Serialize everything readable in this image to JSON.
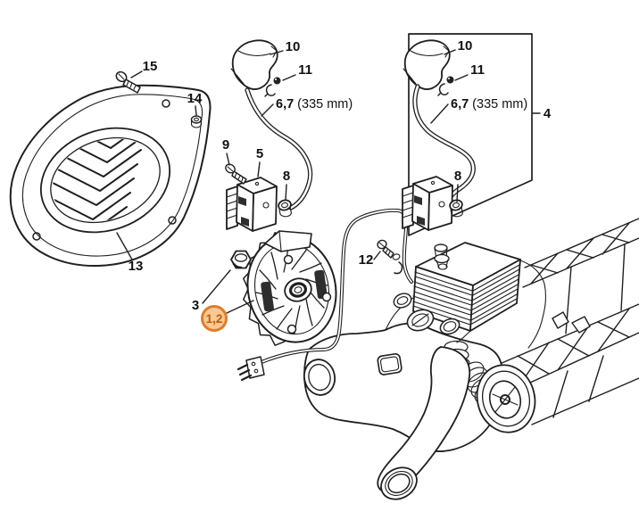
{
  "canvas": {
    "background_color": "#ffffff",
    "line_color": "#1f1f1f",
    "description": "Exploded parts diagram of a chainsaw ignition system with flywheel, fan housing, ignition module, spark plug lead and crankcase"
  },
  "highlight": {
    "label": "1,2",
    "ring_color": "#e07d2a",
    "fill_color": "#f8c992",
    "text_color": "#bf5a0d"
  },
  "callouts": {
    "screw_15": "15",
    "nut_14": "14",
    "housing_13": "13",
    "plug_boot_10": "10",
    "spring_clip_11": "11",
    "lead_67_bold": "6,7",
    "lead_67_rest": "(335 mm)",
    "screw_9": "9",
    "ignition_module_5": "5",
    "nut_8": "8",
    "nut_3": "3",
    "screw_12": "12",
    "kit_4": "4",
    "kit_plug_boot_10": "10",
    "kit_spring_clip_11": "11",
    "kit_lead_67_bold": "6,7",
    "kit_lead_67_rest": "(335 mm)",
    "kit_nut_8": "8"
  }
}
